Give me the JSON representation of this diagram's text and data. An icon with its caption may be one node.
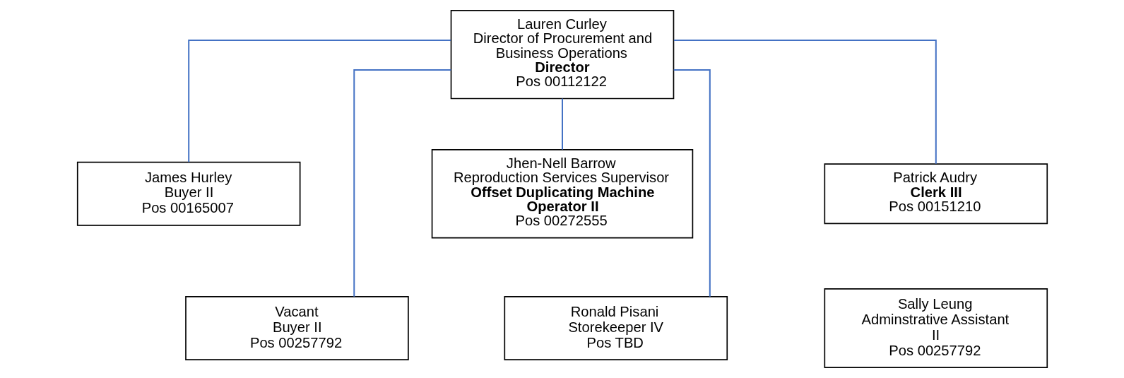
{
  "diagram": {
    "nodes": [
      {
        "text": [
          "Lauren Curley",
          "Director of Procurement and Business Operations",
          "Director",
          "Pos 00112122"
        ]
      },
      {
        "text": [
          "James Hurley",
          "Buyer II",
          "Pos 00165007"
        ]
      },
      {
        "text": [
          "Vacant",
          "Buyer II",
          "Pos 00257792"
        ]
      },
      {
        "text": [
          "Jhen-Nell Barrow",
          "Reproduction Services Supervisor",
          "Offset Duplicating Machine Operator II",
          "Pos 00272555"
        ]
      },
      {
        "text": [
          "Ronald Pisani",
          "Storekeeper IV",
          "Pos TBD"
        ]
      },
      {
        "text": [
          "Sally Leung",
          "Adminstrative Assistant II",
          "Pos 00257792"
        ]
      },
      {
        "text": [
          "Patrick Audry",
          "Clerk III",
          "Pos 00151210"
        ]
      }
    ],
    "edges": [
      {
        "from": 0,
        "to": 1,
        "arrow": "none"
      },
      {
        "from": 0,
        "to": 2,
        "arrow": "none"
      },
      {
        "from": 0,
        "to": 3,
        "arrow": "none"
      },
      {
        "from": 0,
        "to": 4,
        "arrow": "none"
      },
      {
        "from": 0,
        "to": 6,
        "arrow": "none"
      }
    ]
  }
}
